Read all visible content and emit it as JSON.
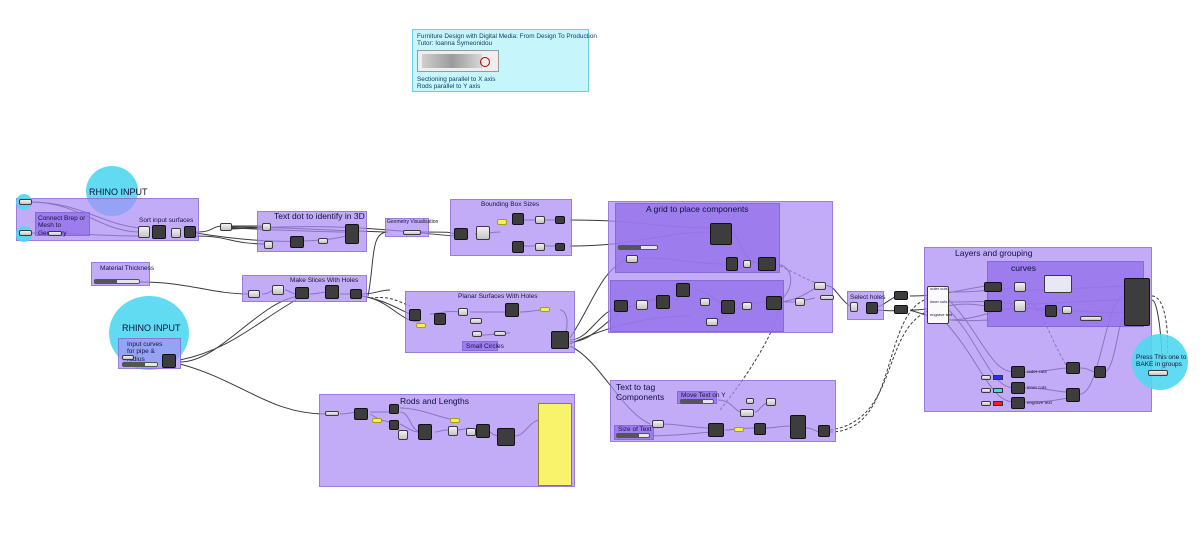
{
  "info": {
    "title": "Furniture Design with Digital Media: From Design To Production",
    "tutor": "Tutor: Ioanna Symeonidou",
    "line1": "Sectioning parallel to X axis",
    "line2": "Rods parallel to Y axis"
  },
  "labels": {
    "rhino_input_top": "RHINO INPUT",
    "connect_brep": "Connect Brep or Mesh to Geometry",
    "sort_input": "Sort input surfaces",
    "text_dot": "Text dot to identify in 3D",
    "geometry_vis": "Geometry Visualisation",
    "bounding_box": "Bounding Box Sizes",
    "grid": "A grid to place components",
    "material_thickness": "Material Thickness",
    "make_slices": "Make Slices With Holes",
    "planar_surfaces": "Planar Surfaces With Holes",
    "small_circles": "Small Circles",
    "select_holes": "Select holes",
    "layers": "Layers and grouping",
    "curves": "curves",
    "rhino_input_bottom": "RHINO INPUT",
    "input_curves": "Input curves for pipe & radius",
    "rods": "Rods and Lengths",
    "text_tag": "Text to tag Components",
    "move_text": "Move Text on Y",
    "size_text": "Size of Text",
    "press_bake": "Press This one to BAKE in groups",
    "outer_cuts": "outer cuts",
    "inner_cuts": "inner cuts",
    "engrave_text": "engrave text"
  },
  "colors": {
    "group_fill": "#aa8cf5",
    "rhino_blob": "#50d7f0",
    "info_bg": "#c6f6fb",
    "swatch_blue": "#2233ee",
    "swatch_cyan": "#33e0ee",
    "swatch_red": "#ee2222",
    "panel_yellow": "#f7f36a"
  }
}
